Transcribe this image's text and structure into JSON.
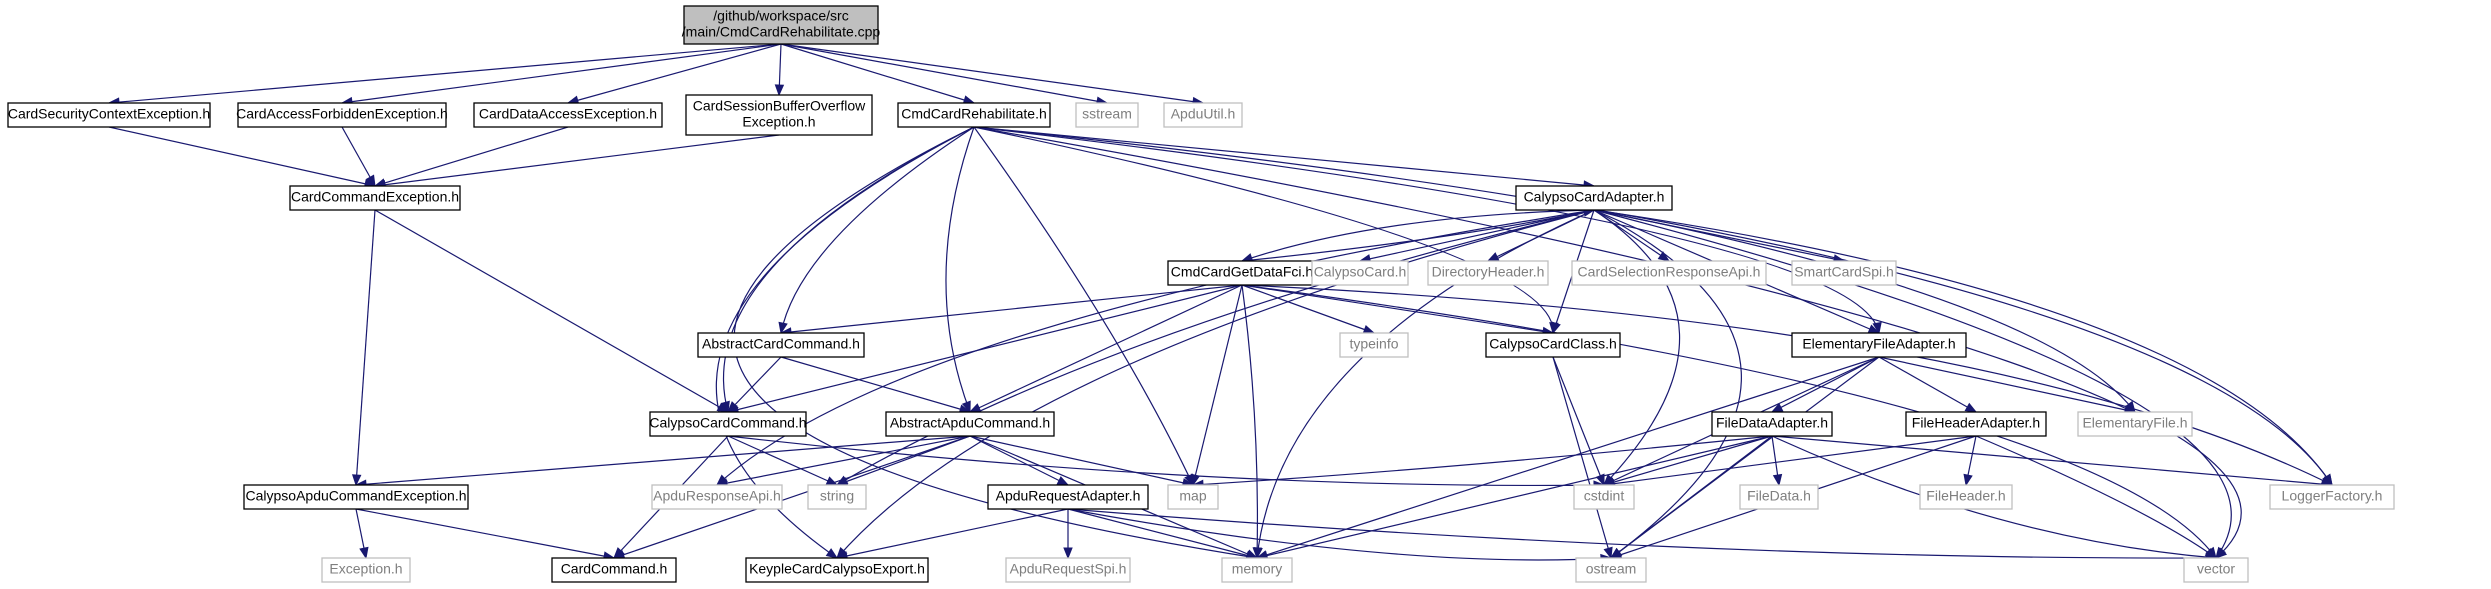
{
  "graph": {
    "colors": {
      "edge": "#191970",
      "root_fill": "#bfbfbf",
      "doc_border": "#000000",
      "system_border": "#bfbfbf",
      "system_text": "#7f7f7f"
    },
    "nodes": [
      {
        "id": "root",
        "kind": "root",
        "lines": [
          "/github/workspace/src",
          "/main/CmdCardRehabilitate.cpp"
        ]
      },
      {
        "id": "CardSecurityContextException",
        "kind": "doc",
        "lines": [
          "CardSecurityContextException.h"
        ]
      },
      {
        "id": "CardAccessForbiddenException",
        "kind": "doc",
        "lines": [
          "CardAccessForbiddenException.h"
        ]
      },
      {
        "id": "CardDataAccessException",
        "kind": "doc",
        "lines": [
          "CardDataAccessException.h"
        ]
      },
      {
        "id": "CardSessionBufferOverflowException",
        "kind": "doc",
        "lines": [
          "CardSessionBufferOverflow",
          "Exception.h"
        ]
      },
      {
        "id": "CmdCardRehabilitate",
        "kind": "doc",
        "lines": [
          "CmdCardRehabilitate.h"
        ]
      },
      {
        "id": "sstream",
        "kind": "sys",
        "lines": [
          "sstream"
        ]
      },
      {
        "id": "ApduUtil",
        "kind": "sys",
        "lines": [
          "ApduUtil.h"
        ]
      },
      {
        "id": "CardCommandException",
        "kind": "doc",
        "lines": [
          "CardCommandException.h"
        ]
      },
      {
        "id": "CalypsoCardAdapter",
        "kind": "doc",
        "lines": [
          "CalypsoCardAdapter.h"
        ]
      },
      {
        "id": "CmdCardGetDataFci",
        "kind": "doc",
        "lines": [
          "CmdCardGetDataFci.h"
        ]
      },
      {
        "id": "CalypsoCard",
        "kind": "sys",
        "lines": [
          "CalypsoCard.h"
        ]
      },
      {
        "id": "DirectoryHeader",
        "kind": "sys",
        "lines": [
          "DirectoryHeader.h"
        ]
      },
      {
        "id": "CardSelectionResponseApi",
        "kind": "sys",
        "lines": [
          "CardSelectionResponseApi.h"
        ]
      },
      {
        "id": "SmartCardSpi",
        "kind": "sys",
        "lines": [
          "SmartCardSpi.h"
        ]
      },
      {
        "id": "AbstractCardCommand",
        "kind": "doc",
        "lines": [
          "AbstractCardCommand.h"
        ]
      },
      {
        "id": "typeinfo",
        "kind": "sys",
        "lines": [
          "typeinfo"
        ]
      },
      {
        "id": "CalypsoCardClass",
        "kind": "doc",
        "lines": [
          "CalypsoCardClass.h"
        ]
      },
      {
        "id": "ElementaryFileAdapter",
        "kind": "doc",
        "lines": [
          "ElementaryFileAdapter.h"
        ]
      },
      {
        "id": "CalypsoCardCommand",
        "kind": "doc",
        "lines": [
          "CalypsoCardCommand.h"
        ]
      },
      {
        "id": "AbstractApduCommand",
        "kind": "doc",
        "lines": [
          "AbstractApduCommand.h"
        ]
      },
      {
        "id": "FileDataAdapter",
        "kind": "doc",
        "lines": [
          "FileDataAdapter.h"
        ]
      },
      {
        "id": "FileHeaderAdapter",
        "kind": "doc",
        "lines": [
          "FileHeaderAdapter.h"
        ]
      },
      {
        "id": "ElementaryFile",
        "kind": "sys",
        "lines": [
          "ElementaryFile.h"
        ]
      },
      {
        "id": "CalypsoApduCommandException",
        "kind": "doc",
        "lines": [
          "CalypsoApduCommandException.h"
        ]
      },
      {
        "id": "ApduResponseApi",
        "kind": "sys",
        "lines": [
          "ApduResponseApi.h"
        ]
      },
      {
        "id": "string",
        "kind": "sys",
        "lines": [
          "string"
        ]
      },
      {
        "id": "map",
        "kind": "sys",
        "lines": [
          "map"
        ]
      },
      {
        "id": "ApduRequestAdapter",
        "kind": "doc",
        "lines": [
          "ApduRequestAdapter.h"
        ]
      },
      {
        "id": "cstdint",
        "kind": "sys",
        "lines": [
          "cstdint"
        ]
      },
      {
        "id": "FileData",
        "kind": "sys",
        "lines": [
          "FileData.h"
        ]
      },
      {
        "id": "FileHeader",
        "kind": "sys",
        "lines": [
          "FileHeader.h"
        ]
      },
      {
        "id": "LoggerFactory",
        "kind": "sys",
        "lines": [
          "LoggerFactory.h"
        ]
      },
      {
        "id": "Exception",
        "kind": "sys",
        "lines": [
          "Exception.h"
        ]
      },
      {
        "id": "CardCommand",
        "kind": "doc",
        "lines": [
          "CardCommand.h"
        ]
      },
      {
        "id": "KeypleCardCalypsoExport",
        "kind": "doc",
        "lines": [
          "KeypleCardCalypsoExport.h"
        ]
      },
      {
        "id": "ApduRequestSpi",
        "kind": "sys",
        "lines": [
          "ApduRequestSpi.h"
        ]
      },
      {
        "id": "memory",
        "kind": "sys",
        "lines": [
          "memory"
        ]
      },
      {
        "id": "ostream",
        "kind": "sys",
        "lines": [
          "ostream"
        ]
      },
      {
        "id": "vector",
        "kind": "sys",
        "lines": [
          "vector"
        ]
      }
    ],
    "edges": [
      [
        "root",
        "CardSecurityContextException"
      ],
      [
        "root",
        "CardAccessForbiddenException"
      ],
      [
        "root",
        "CardDataAccessException"
      ],
      [
        "root",
        "CardSessionBufferOverflowException"
      ],
      [
        "root",
        "CmdCardRehabilitate"
      ],
      [
        "root",
        "sstream"
      ],
      [
        "root",
        "ApduUtil"
      ],
      [
        "CardSecurityContextException",
        "CardCommandException"
      ],
      [
        "CardAccessForbiddenException",
        "CardCommandException"
      ],
      [
        "CardDataAccessException",
        "CardCommandException"
      ],
      [
        "CardSessionBufferOverflowException",
        "CardCommandException"
      ],
      [
        "CardCommandException",
        "CalypsoApduCommandException"
      ],
      [
        "CardCommandException",
        "CalypsoCardCommand"
      ],
      [
        "CmdCardRehabilitate",
        "CalypsoCardAdapter"
      ],
      [
        "CmdCardRehabilitate",
        "AbstractCardCommand"
      ],
      [
        "CmdCardRehabilitate",
        "CalypsoCardCommand"
      ],
      [
        "CmdCardRehabilitate",
        "AbstractApduCommand"
      ],
      [
        "CmdCardRehabilitate",
        "map"
      ],
      [
        "CmdCardRehabilitate",
        "memory"
      ],
      [
        "CmdCardRehabilitate",
        "CalypsoCardClass"
      ],
      [
        "CmdCardRehabilitate",
        "ElementaryFileAdapter"
      ],
      [
        "CmdCardRehabilitate",
        "LoggerFactory"
      ],
      [
        "CmdCardRehabilitate",
        "vector"
      ],
      [
        "CmdCardRehabilitate",
        "KeypleCardCalypsoExport"
      ],
      [
        "CalypsoCardAdapter",
        "CmdCardGetDataFci"
      ],
      [
        "CalypsoCardAdapter",
        "CalypsoCard"
      ],
      [
        "CalypsoCardAdapter",
        "DirectoryHeader"
      ],
      [
        "CalypsoCardAdapter",
        "CardSelectionResponseApi"
      ],
      [
        "CalypsoCardAdapter",
        "SmartCardSpi"
      ],
      [
        "CalypsoCardAdapter",
        "CalypsoCardClass"
      ],
      [
        "CalypsoCardAdapter",
        "ElementaryFileAdapter"
      ],
      [
        "CalypsoCardAdapter",
        "ElementaryFile"
      ],
      [
        "CalypsoCardAdapter",
        "LoggerFactory"
      ],
      [
        "CalypsoCardAdapter",
        "vector"
      ],
      [
        "CalypsoCardAdapter",
        "string"
      ],
      [
        "CalypsoCardAdapter",
        "memory"
      ],
      [
        "CalypsoCardAdapter",
        "ApduResponseApi"
      ],
      [
        "CalypsoCardAdapter",
        "cstdint"
      ],
      [
        "CalypsoCardAdapter",
        "ostream"
      ],
      [
        "CalypsoCardAdapter",
        "KeypleCardCalypsoExport"
      ],
      [
        "CmdCardGetDataFci",
        "CalypsoCardAdapter"
      ],
      [
        "CmdCardGetDataFci",
        "AbstractCardCommand"
      ],
      [
        "CmdCardGetDataFci",
        "typeinfo"
      ],
      [
        "CmdCardGetDataFci",
        "CalypsoCardClass"
      ],
      [
        "CmdCardGetDataFci",
        "CalypsoCardCommand"
      ],
      [
        "CmdCardGetDataFci",
        "AbstractApduCommand"
      ],
      [
        "CmdCardGetDataFci",
        "map"
      ],
      [
        "CmdCardGetDataFci",
        "memory"
      ],
      [
        "CmdCardGetDataFci",
        "LoggerFactory"
      ],
      [
        "CmdCardGetDataFci",
        "vector"
      ],
      [
        "AbstractCardCommand",
        "CalypsoCardCommand"
      ],
      [
        "AbstractCardCommand",
        "AbstractApduCommand"
      ],
      [
        "CalypsoCardClass",
        "cstdint"
      ],
      [
        "CalypsoCardClass",
        "ostream"
      ],
      [
        "ElementaryFileAdapter",
        "FileDataAdapter"
      ],
      [
        "ElementaryFileAdapter",
        "FileHeaderAdapter"
      ],
      [
        "ElementaryFileAdapter",
        "ElementaryFile"
      ],
      [
        "ElementaryFileAdapter",
        "cstdint"
      ],
      [
        "ElementaryFileAdapter",
        "memory"
      ],
      [
        "ElementaryFileAdapter",
        "ostream"
      ],
      [
        "CalypsoCardCommand",
        "CardCommand"
      ],
      [
        "CalypsoCardCommand",
        "string"
      ],
      [
        "CalypsoCardCommand",
        "cstdint"
      ],
      [
        "AbstractApduCommand",
        "CalypsoApduCommandException"
      ],
      [
        "AbstractApduCommand",
        "ApduResponseApi"
      ],
      [
        "AbstractApduCommand",
        "string"
      ],
      [
        "AbstractApduCommand",
        "map"
      ],
      [
        "AbstractApduCommand",
        "ApduRequestAdapter"
      ],
      [
        "AbstractApduCommand",
        "CardCommand"
      ],
      [
        "AbstractApduCommand",
        "memory"
      ],
      [
        "FileDataAdapter",
        "map"
      ],
      [
        "FileDataAdapter",
        "cstdint"
      ],
      [
        "FileDataAdapter",
        "FileData"
      ],
      [
        "FileDataAdapter",
        "LoggerFactory"
      ],
      [
        "FileDataAdapter",
        "memory"
      ],
      [
        "FileDataAdapter",
        "ostream"
      ],
      [
        "FileDataAdapter",
        "vector"
      ],
      [
        "FileHeaderAdapter",
        "cstdint"
      ],
      [
        "FileHeaderAdapter",
        "FileHeader"
      ],
      [
        "FileHeaderAdapter",
        "vector"
      ],
      [
        "FileHeaderAdapter",
        "ostream"
      ],
      [
        "CalypsoApduCommandException",
        "Exception"
      ],
      [
        "CalypsoApduCommandException",
        "CardCommand"
      ],
      [
        "ApduRequestAdapter",
        "ApduRequestSpi"
      ],
      [
        "ApduRequestAdapter",
        "KeypleCardCalypsoExport"
      ],
      [
        "ApduRequestAdapter",
        "memory"
      ],
      [
        "ApduRequestAdapter",
        "ostream"
      ],
      [
        "ApduRequestAdapter",
        "vector"
      ]
    ]
  }
}
